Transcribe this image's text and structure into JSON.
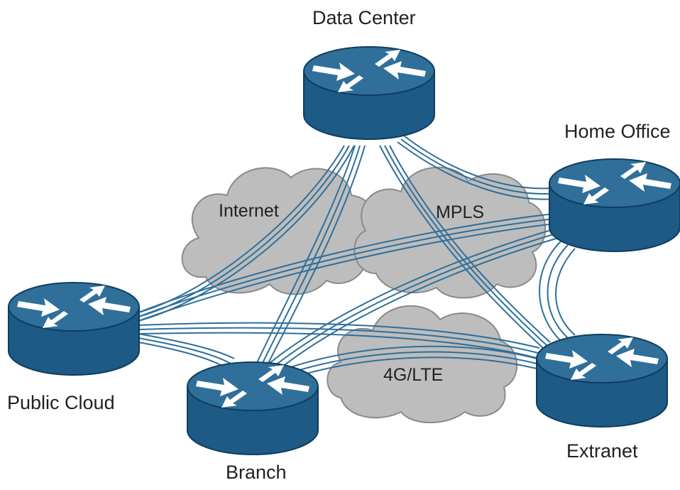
{
  "diagram": {
    "nodes": {
      "data_center": {
        "label": "Data Center",
        "icon": "router-icon"
      },
      "home_office": {
        "label": "Home Office",
        "icon": "router-icon"
      },
      "public_cloud": {
        "label": "Public Cloud",
        "icon": "router-icon"
      },
      "branch": {
        "label": "Branch",
        "icon": "router-icon"
      },
      "extranet": {
        "label": "Extranet",
        "icon": "router-icon"
      }
    },
    "clouds": {
      "internet": {
        "label": "Internet",
        "icon": "cloud-icon"
      },
      "mpls": {
        "label": "MPLS",
        "icon": "cloud-icon"
      },
      "lte": {
        "label": "4G/LTE",
        "icon": "cloud-icon"
      }
    },
    "colors": {
      "router_top": "#2f6f9a",
      "router_body": "#1d5a86",
      "router_edge": "#0f3d5e",
      "cloud_fill": "#bdbdbd",
      "cloud_stroke": "#8a8a8a",
      "link": "#2f6f9a",
      "text": "#231f20"
    }
  }
}
